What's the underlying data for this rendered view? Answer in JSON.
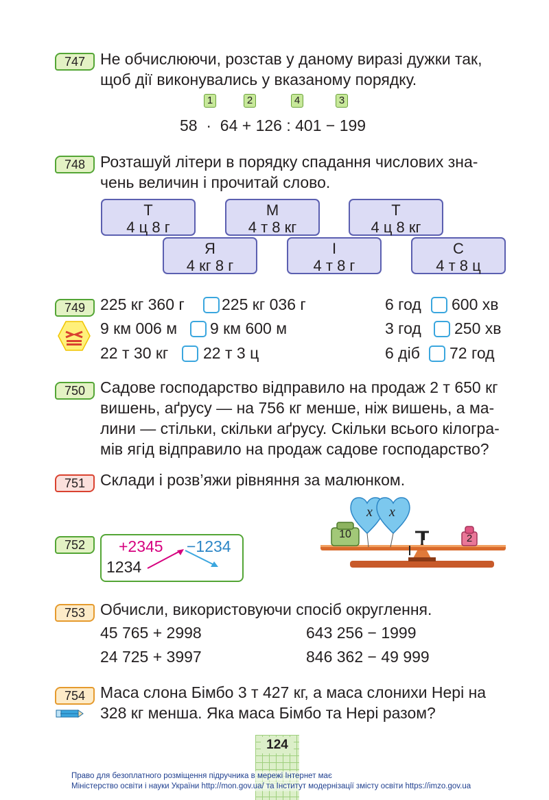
{
  "tasks": {
    "t747": {
      "number": "747",
      "line1": "Не обчислюючи, розстав у даному виразі дужки так,",
      "line2": "щоб дії виконувались у вказаному порядку.",
      "order_marks": [
        "1",
        "2",
        "4",
        "3"
      ],
      "expression": "58  ·  64 + 126 : 401 − 199"
    },
    "t748": {
      "number": "748",
      "line1": "Розташуй літери в порядку спадання числових зна-",
      "line2": "чень величин і прочитай слово.",
      "cards": [
        {
          "letter": "Т",
          "value": "4 ц 8 г"
        },
        {
          "letter": "М",
          "value": "4 т 8 кг"
        },
        {
          "letter": "Т",
          "value": "4 ц 8 кг"
        },
        {
          "letter": "Я",
          "value": "4 кг 8 г"
        },
        {
          "letter": "І",
          "value": "4 т 8 г"
        },
        {
          "letter": "С",
          "value": "4 т 8 ц"
        }
      ]
    },
    "t749": {
      "number": "749",
      "left": [
        {
          "a": "225 кг 360 г",
          "b": "225 кг 036 г"
        },
        {
          "a": "9 км 006 м",
          "b": "9 км 600 м"
        },
        {
          "a": "22 т 30 кг",
          "b": "22 т 3 ц"
        }
      ],
      "right": [
        {
          "a": "6 год",
          "b": "600 хв"
        },
        {
          "a": "3 год",
          "b": "250 хв"
        },
        {
          "a": "6 діб",
          "b": "72 год"
        }
      ]
    },
    "t750": {
      "number": "750",
      "lines": [
        "Садове господарство відправило на продаж 2 т 650 кг",
        "вишень, аґрусу — на 756 кг менше, ніж вишень, а ма-",
        "лини — стільки, скільки аґрусу. Скільки всього кілогра-",
        "мів ягід відправило на продаж садове господарство?"
      ]
    },
    "t751": {
      "number": "751",
      "text": "Склади і розв’яжи рівняння за малюнком.",
      "balloon_label": "x",
      "left_weight": "10",
      "right_weight": "2"
    },
    "t752": {
      "number": "752",
      "start": "1234",
      "op1": "+2345",
      "op2": "−1234"
    },
    "t753": {
      "number": "753",
      "text": "Обчисли, використовуючи спосіб округлення.",
      "left": [
        "45 765 + 2998",
        "24 725 + 3997"
      ],
      "right": [
        "643 256 − 1999",
        "846 362 − 49 999"
      ]
    },
    "t754": {
      "number": "754",
      "line1": "Маса слона Бімбо 3 т 427 кг, а маса слонихи Нері на",
      "line2": "328 кг менша. Яка маса Бімбо та Нері разом?"
    }
  },
  "page_number": "124",
  "footer": {
    "line1": "Право для безоплатного розміщення підручника в мережі Інтернет має",
    "line2": "Міністерство освіти і науки України http://mon.gov.ua/ та Інститут модернізації змісту освіти https://imzo.gov.ua"
  },
  "colors": {
    "green": "#53a535",
    "red": "#d9412f",
    "orange": "#e59a2d",
    "card_fill": "#dcdcf5",
    "card_border": "#5b5fb0",
    "compare_box": "#3aa6de",
    "magenta": "#d6007e"
  }
}
